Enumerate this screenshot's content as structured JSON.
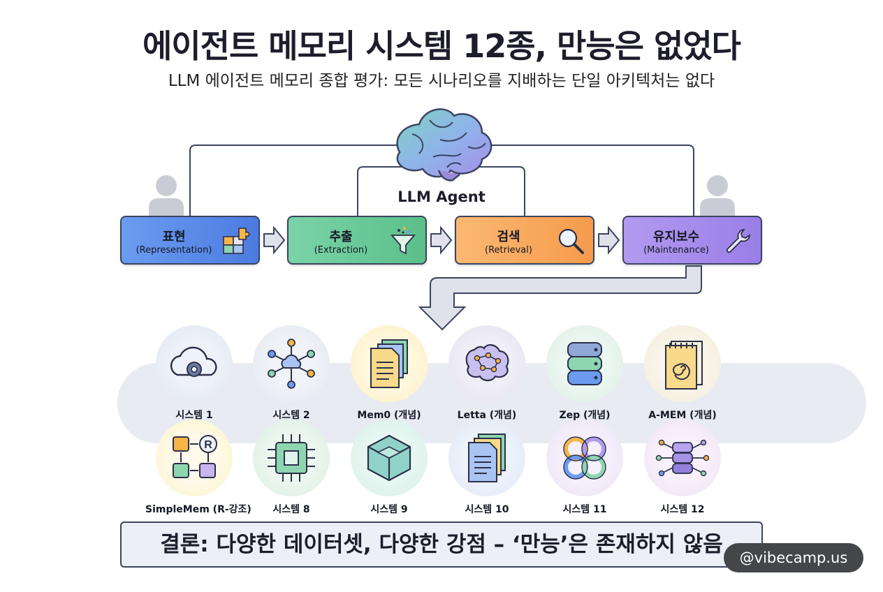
{
  "header": {
    "title": "에이전트 메모리 시스템 12종, 만능은 없었다",
    "subtitle": "LLM 에이전트 메모리 종합 평가: 모든 시나리오를 지배하는 단일 아키텍처는 없다"
  },
  "agent": {
    "label": "LLM Agent",
    "icon": "brain-icon"
  },
  "pipeline": [
    {
      "title": "표현",
      "subtitle": "(Representation)",
      "icon": "puzzle-icon",
      "color_start": "#6b9cf0",
      "color_end": "#4c7be0"
    },
    {
      "title": "추출",
      "subtitle": "(Extraction)",
      "icon": "funnel-icon",
      "color_start": "#7bd3a8",
      "color_end": "#5bbf8a"
    },
    {
      "title": "검색",
      "subtitle": "(Retrieval)",
      "icon": "magnifier-icon",
      "color_start": "#fbb872",
      "color_end": "#f69b4c"
    },
    {
      "title": "유지보수",
      "subtitle": "(Maintenance)",
      "icon": "wrench-icon",
      "color_start": "#b29af0",
      "color_end": "#9a7ee8"
    }
  ],
  "systems": [
    {
      "label": "시스템 1",
      "icon": "cloud-gear-icon",
      "glow": "#dfe6f2"
    },
    {
      "label": "시스템 2",
      "icon": "network-icon",
      "glow": "#e3e8f0"
    },
    {
      "label": "Mem0 (개념)",
      "icon": "document-stack-icon",
      "glow": "#fdf0c6"
    },
    {
      "label": "Letta (개념)",
      "icon": "brain-network-icon",
      "glow": "#e4e2f0"
    },
    {
      "label": "Zep (개념)",
      "icon": "database-icon",
      "glow": "#dcefe6"
    },
    {
      "label": "A-MEM (개념)",
      "icon": "notebook-spiral-icon",
      "glow": "#f3ecdc"
    },
    {
      "label": "SimpleMem (R-강조)",
      "icon": "flow-r-icon",
      "glow": "#fbf3c8"
    },
    {
      "label": "시스템 8",
      "icon": "chip-icon",
      "glow": "#dcefe2"
    },
    {
      "label": "시스템 9",
      "icon": "cube-icon",
      "glow": "#d8efe8"
    },
    {
      "label": "시스템 10",
      "icon": "documents-icon",
      "glow": "#dfe8f6"
    },
    {
      "label": "시스템 11",
      "icon": "rings-icon",
      "glow": "#ece4f6"
    },
    {
      "label": "시스템 12",
      "icon": "database-network-icon",
      "glow": "#f0e4f4"
    }
  ],
  "conclusion": "결론: 다양한 데이터셋, 다양한 강점 – ‘만능’은 존재하지 않음",
  "watermark": "@vibecamp.us",
  "colors": {
    "outline": "#3b4460",
    "band": "#e9ebf2"
  }
}
